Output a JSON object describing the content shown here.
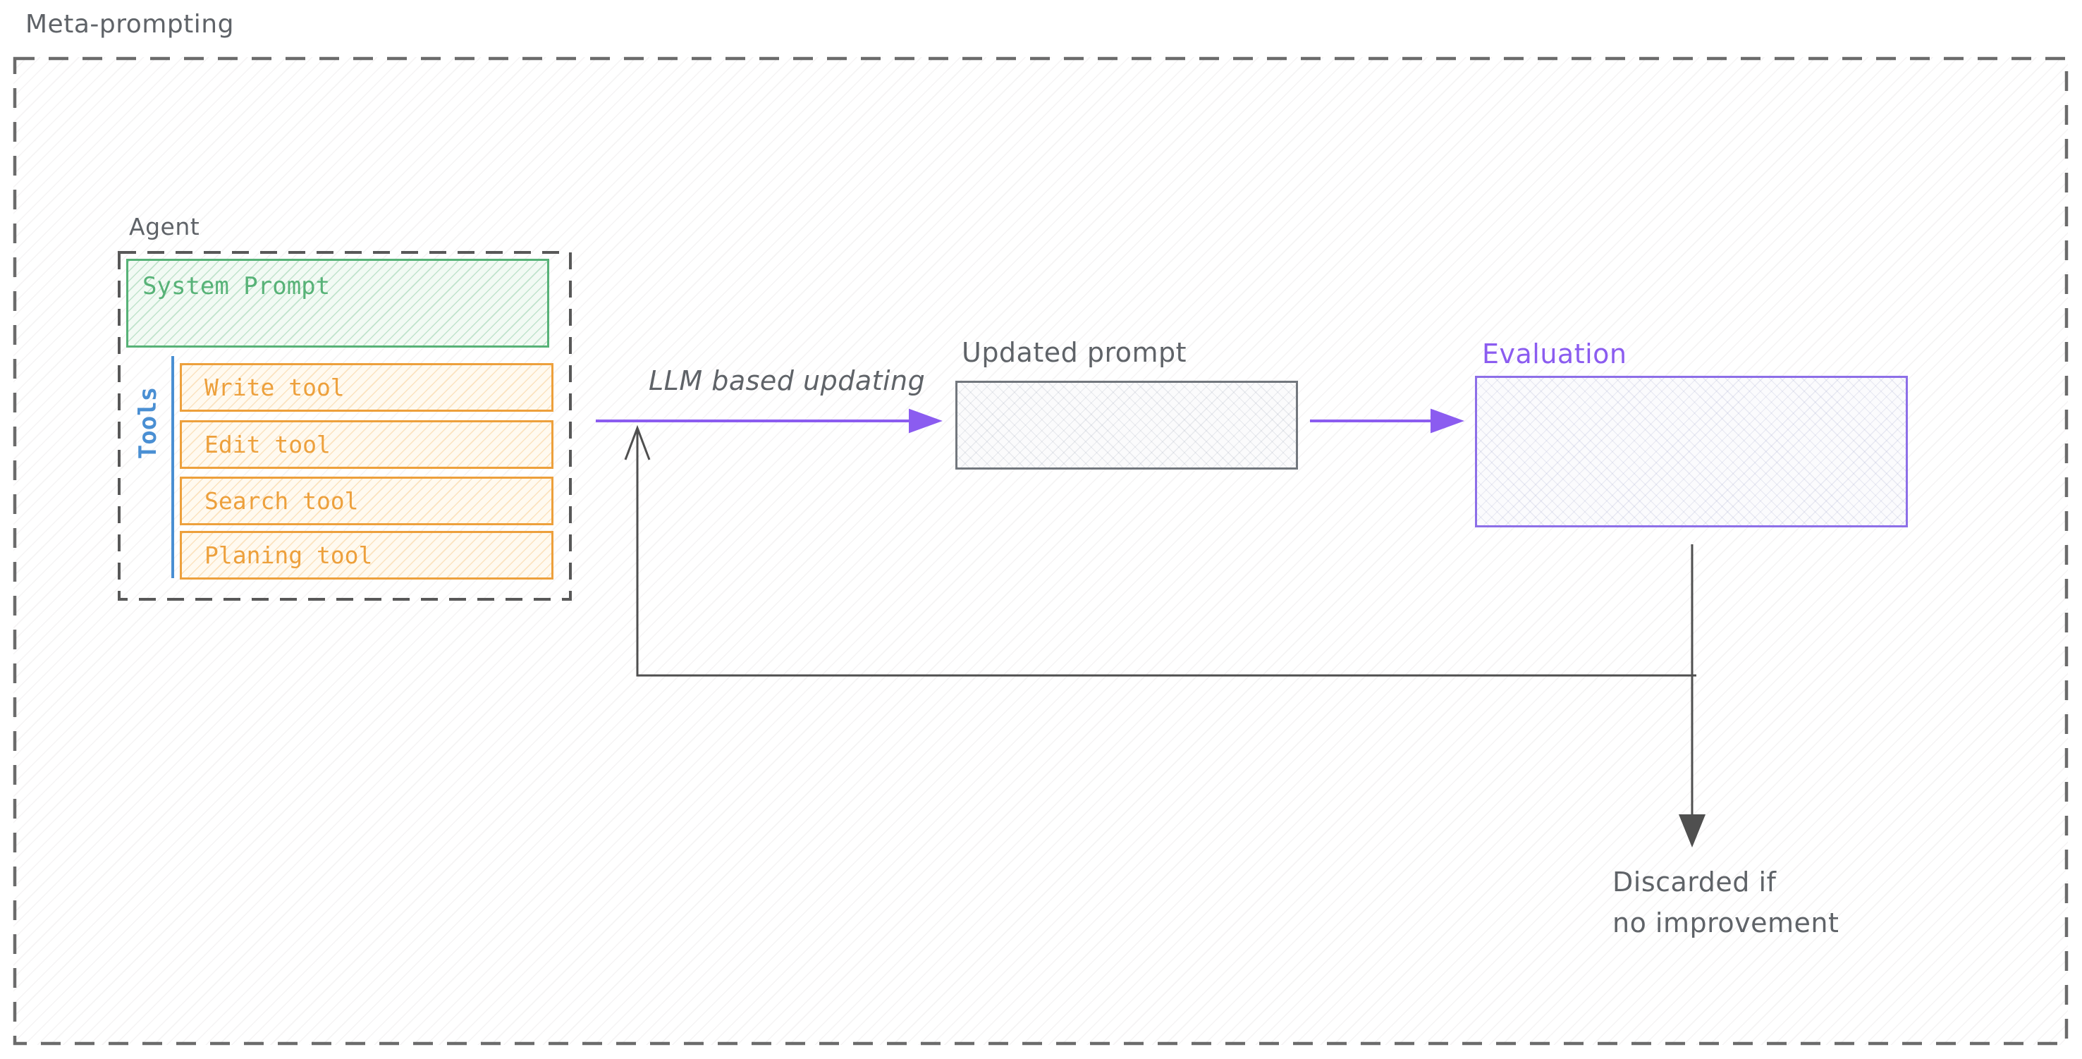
{
  "title": "Meta-prompting",
  "agent": {
    "label": "Agent",
    "system_prompt": "System Prompt",
    "tools_label": "Tools",
    "tools": [
      "Write tool",
      "Edit tool",
      "Search tool",
      "Planing tool"
    ]
  },
  "flow": {
    "llm_arrow_label": "LLM based updating",
    "updated_prompt_label": "Updated prompt",
    "evaluation_label": "Evaluation",
    "discard": {
      "line1": "Discarded if",
      "line2": "no improvement"
    }
  },
  "colors": {
    "purple": "#8b5cf0",
    "green": "#57b277",
    "orange": "#eda03c",
    "blue": "#4a8fd3",
    "gray-text": "#5f6368",
    "line-dark": "#4f4f4f",
    "box-gray": "#72777d",
    "eval-border": "#8d6fe8"
  }
}
